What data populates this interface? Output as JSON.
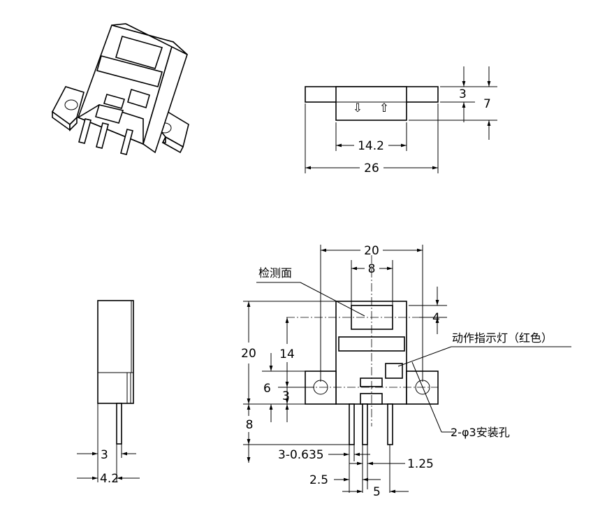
{
  "top_view": {
    "height_total": "7",
    "height_step": "3",
    "slot_width": "14.2",
    "overall_width": "26",
    "arrow_down": "⇩",
    "arrow_up": "⇧"
  },
  "front_view": {
    "width_holes": "20",
    "window_width": "8",
    "window_offset": "4",
    "height_total": "20",
    "height_to_center": "14",
    "flange_height": "6",
    "hole_height": "3",
    "pin_length": "8",
    "pin_spec": "3-0.635",
    "pin_offset": "1.25",
    "pin_pitch": "2.5",
    "pin_span": "5",
    "label_detect": "检测面",
    "label_led": "动作指示灯（红色）",
    "label_holes": "2-φ3安装孔"
  },
  "side_view": {
    "pin_inset": "3",
    "pin_width": "4.2"
  }
}
